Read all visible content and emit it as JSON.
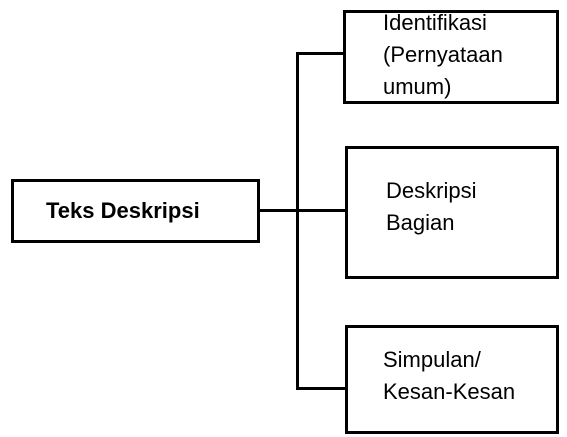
{
  "diagram": {
    "root": {
      "label": "Teks Deskripsi"
    },
    "children": [
      {
        "lines": [
          "Identifikasi",
          "(Pernyataan",
          "umum)"
        ]
      },
      {
        "lines": [
          "Deskripsi",
          "Bagian"
        ]
      },
      {
        "lines": [
          "Simpulan/",
          "Kesan-Kesan"
        ]
      }
    ],
    "colors": {
      "stroke": "#000000",
      "background": "#ffffff",
      "text": "#000000"
    }
  }
}
